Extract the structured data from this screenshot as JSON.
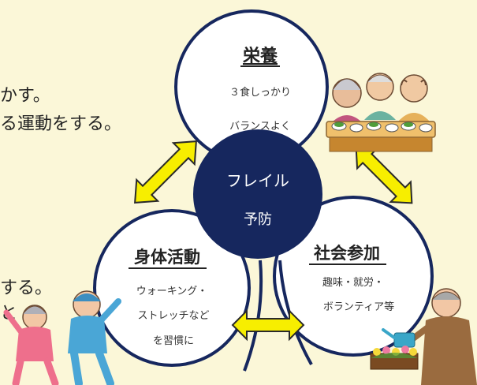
{
  "background_text": {
    "line1": "かす。",
    "line2": "る運動をする。",
    "line3": "する。",
    "line4": "と"
  },
  "center": {
    "line1": "フレイル",
    "line2": "予防"
  },
  "nutrition": {
    "title": "栄養",
    "line1": "３食しっかり",
    "line2": "バランスよく"
  },
  "physical": {
    "title": "身体活動",
    "line1": "ウォーキング・",
    "line2": "ストレッチなど",
    "line3": "を習慣に"
  },
  "social": {
    "title": "社会参加",
    "line1": "趣味・就労・",
    "line2": "ボランティア等"
  },
  "colors": {
    "background": "#fbf7d8",
    "circle_stroke": "#16275e",
    "center_fill": "#16275e",
    "arrow_fill": "#f7ee00",
    "arrow_stroke": "#2a2a2a"
  }
}
